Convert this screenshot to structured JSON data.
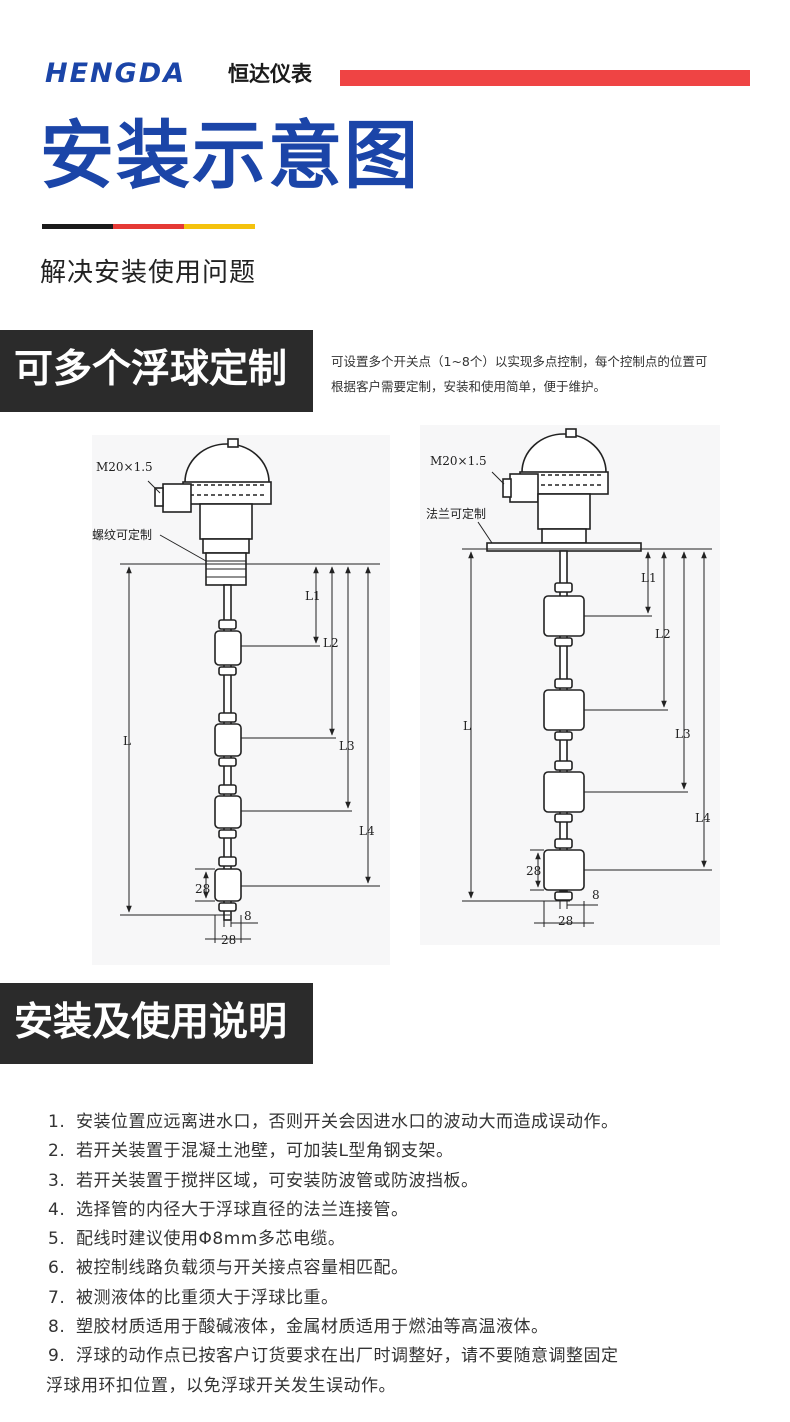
{
  "brand": {
    "latin": "HENGDA",
    "chinese": "恒达仪表",
    "accent": "#ef4444",
    "blue": "#1b45a8"
  },
  "header": {
    "title": "安装示意图",
    "subtitle": "解决安装使用问题"
  },
  "section1": {
    "heading": "可多个浮球定制",
    "desc_line1": "可设置多个开关点（1~8个）以实现多点控制，每个控制点的位置可",
    "desc_line2": "根据客户需要定制，安装和使用简单，便于维护。"
  },
  "diagram": {
    "left": {
      "thread_spec": "M20×1.5",
      "note": "螺纹可定制",
      "dims": {
        "total": "L",
        "l1": "L1",
        "l2": "L2",
        "l3": "L3",
        "l4": "L4",
        "ball_h": "28",
        "rod_d": "8",
        "ball_d": "28"
      }
    },
    "right": {
      "thread_spec": "M20×1.5",
      "note": "法兰可定制",
      "dims": {
        "total": "L",
        "l1": "L1",
        "l2": "L2",
        "l3": "L3",
        "l4": "L4",
        "ball_h": "28",
        "rod_d": "8",
        "ball_d": "28"
      }
    }
  },
  "section2": {
    "heading": "安装及使用说明"
  },
  "instructions": [
    {
      "num": "1.",
      "text": "安装位置应远离进水口，否则开关会因进水口的波动大而造成误动作。"
    },
    {
      "num": "2.",
      "text": "若开关装置于混凝土池壁，可加装L型角钢支架。"
    },
    {
      "num": "3.",
      "text": "若开关装置于搅拌区域，可安装防波管或防波挡板。"
    },
    {
      "num": "4.",
      "text": "选择管的内径大于浮球直径的法兰连接管。"
    },
    {
      "num": "5.",
      "text": "配线时建议使用Φ8mm多芯电缆。"
    },
    {
      "num": "6.",
      "text": "被控制线路负载须与开关接点容量相匹配。"
    },
    {
      "num": "7.",
      "text": "被测液体的比重须大于浮球比重。"
    },
    {
      "num": "8.",
      "text": "塑胶材质适用于酸碱液体，金属材质适用于燃油等高温液体。"
    },
    {
      "num": "9.",
      "text": "浮球的动作点已按客户订货要求在出厂时调整好，请不要随意调整固定"
    },
    {
      "num": "",
      "text": "浮球用环扣位置，以免浮球开关发生误动作。"
    }
  ]
}
